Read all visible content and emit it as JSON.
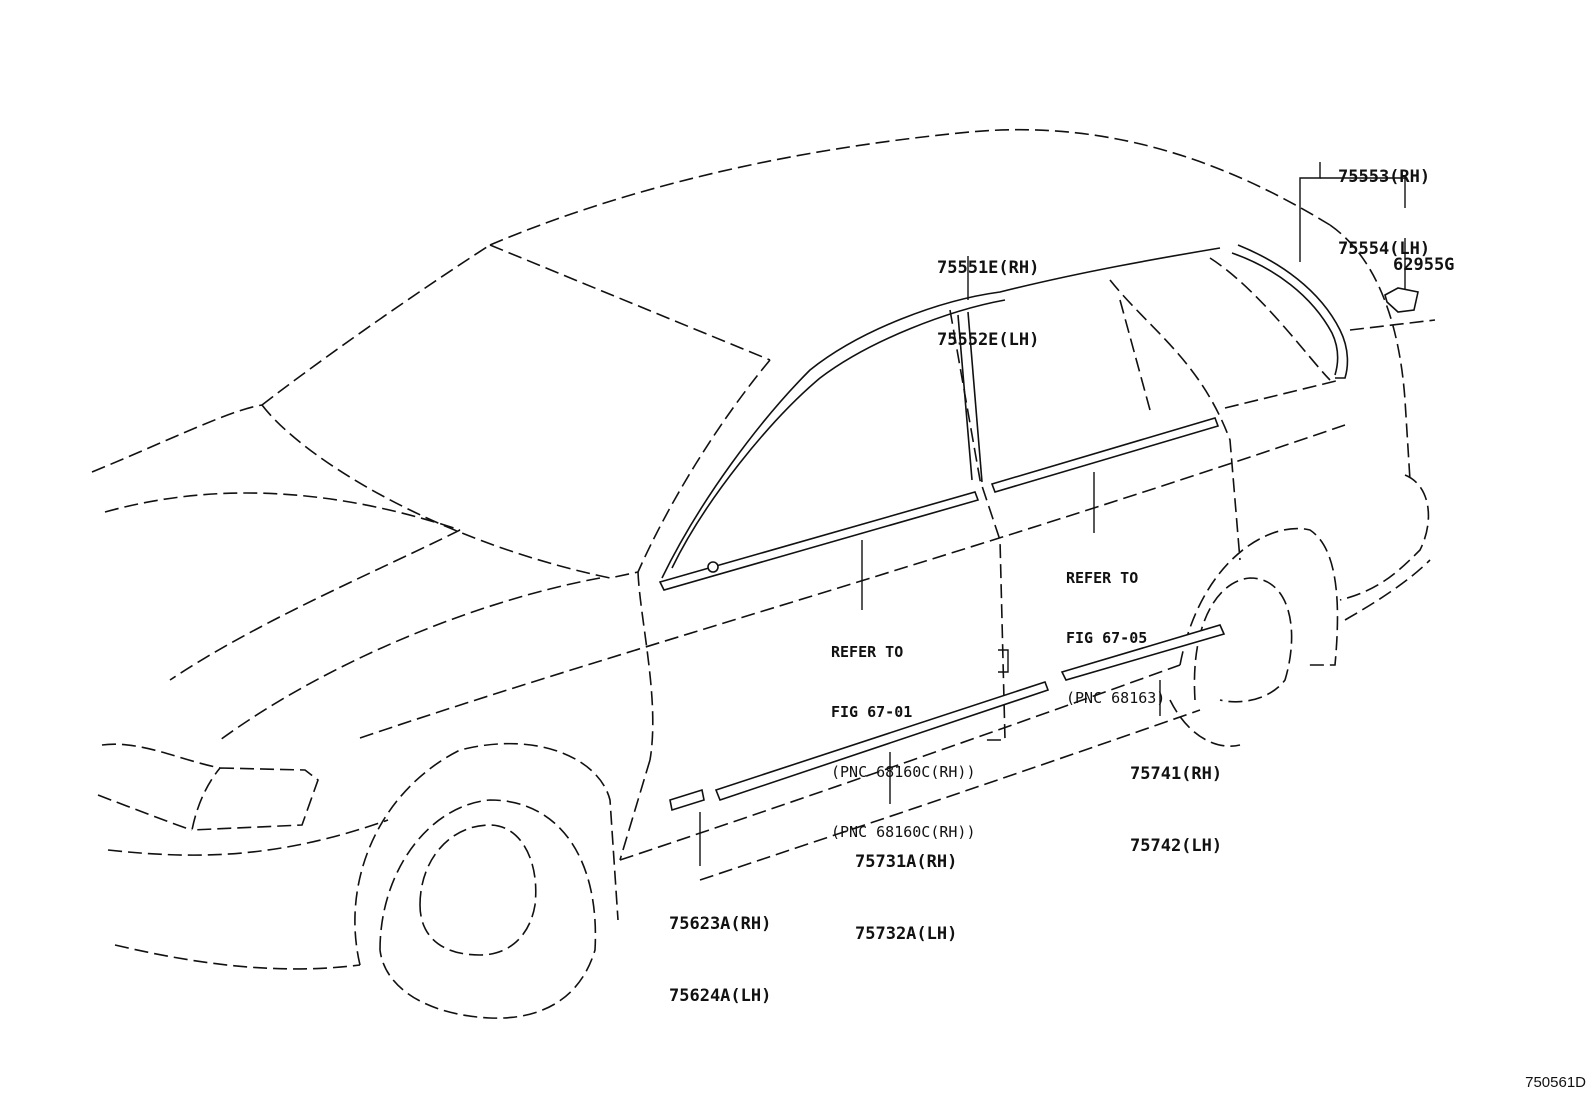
{
  "diagram": {
    "id": "750561D",
    "part_labels": [
      {
        "line1": "75553(RH)",
        "line2": "75554(LH)"
      },
      {
        "line1": "62955G",
        "line2": ""
      },
      {
        "line1": "75551E(RH)",
        "line2": "75552E(LH)"
      },
      {
        "line1": "75741(RH)",
        "line2": "75742(LH)"
      },
      {
        "line1": "75731A(RH)",
        "line2": "75732A(LH)"
      },
      {
        "line1": "75623A(RH)",
        "line2": "75624A(LH)"
      }
    ],
    "refer_notes": [
      {
        "line1": "REFER TO",
        "line2": "FIG 67-05",
        "line3": "(PNC 68163)",
        "line4": ""
      },
      {
        "line1": "REFER TO",
        "line2": "FIG 67-01",
        "line3": "(PNC 68160C(RH))",
        "line4": "(PNC 68160C(RH))"
      }
    ]
  }
}
